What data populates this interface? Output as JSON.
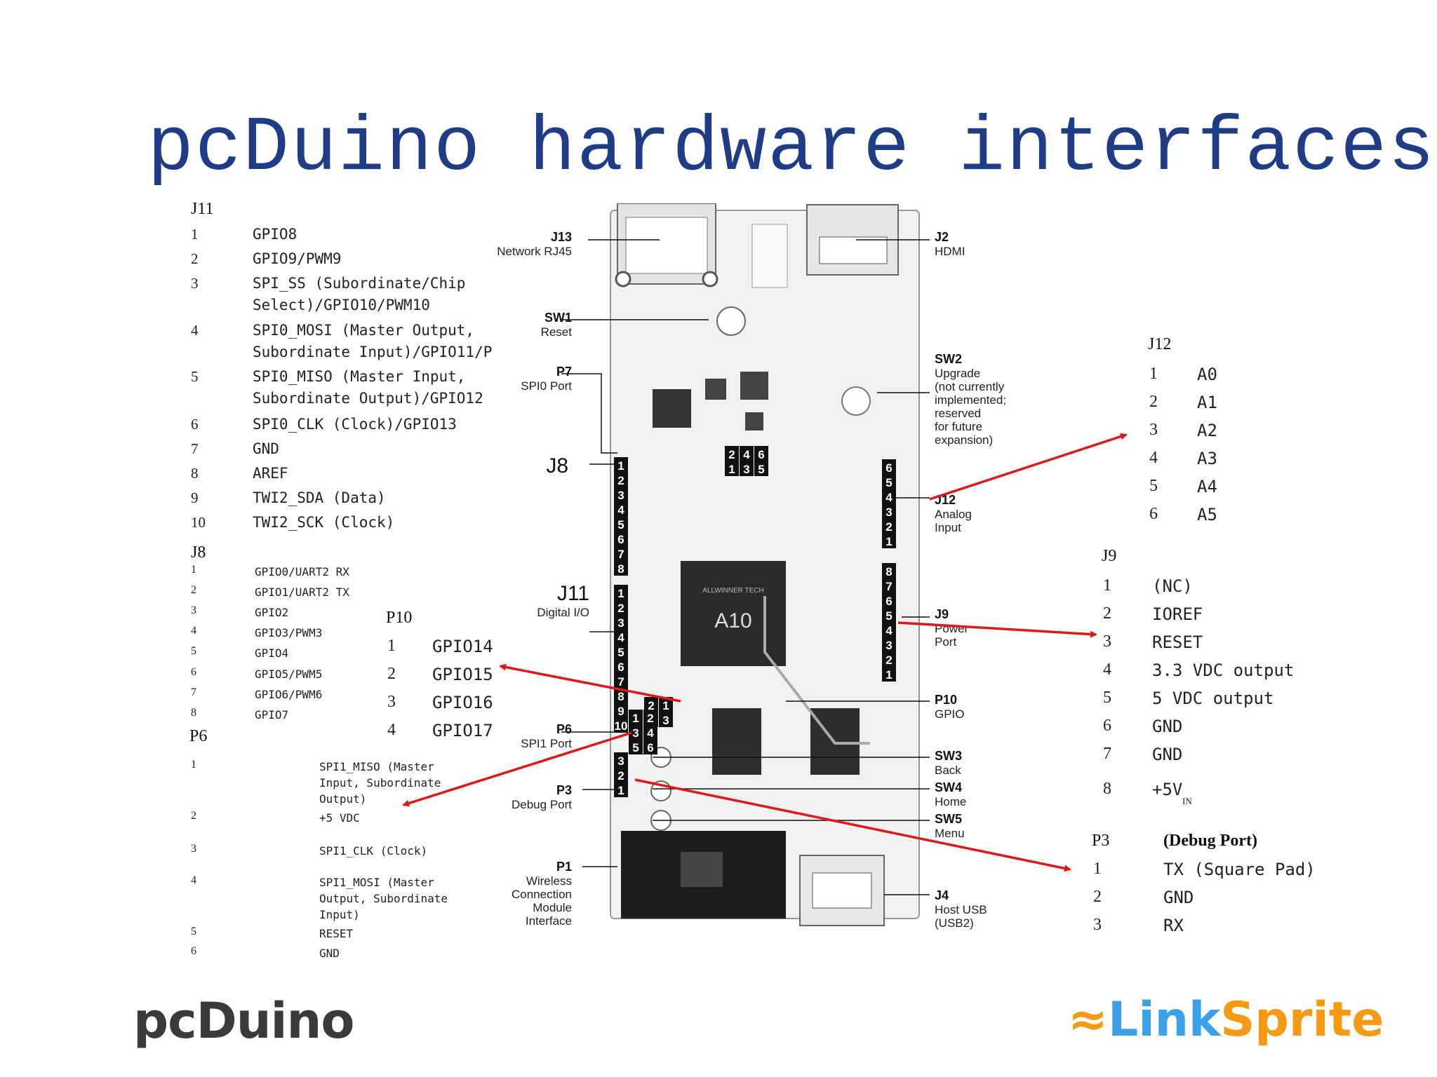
{
  "title": "pcDuino hardware interfaces",
  "j11": {
    "header": "J11",
    "rows": [
      {
        "n": "1",
        "lines": [
          "GPIO8"
        ]
      },
      {
        "n": "2",
        "lines": [
          "GPIO9/PWM9"
        ]
      },
      {
        "n": "3",
        "lines": [
          "SPI_SS (Subordinate/Chip",
          "Select)/GPIO10/PWM10"
        ]
      },
      {
        "n": "4",
        "lines": [
          "SPI0_MOSI (Master Output,",
          "Subordinate Input)/GPIO11/P"
        ]
      },
      {
        "n": "5",
        "lines": [
          "SPI0_MISO (Master Input,",
          "Subordinate Output)/GPIO12"
        ]
      },
      {
        "n": "6",
        "lines": [
          "SPI0_CLK (Clock)/GPIO13"
        ]
      },
      {
        "n": "7",
        "lines": [
          "GND"
        ]
      },
      {
        "n": "8",
        "lines": [
          "AREF"
        ]
      },
      {
        "n": "9",
        "lines": [
          "TWI2_SDA (Data)"
        ]
      },
      {
        "n": "10",
        "lines": [
          "TWI2_SCK (Clock)"
        ]
      }
    ]
  },
  "j8": {
    "header": "J8",
    "rows": [
      {
        "n": "1",
        "t": "GPIO0/UART2 RX"
      },
      {
        "n": "2",
        "t": "GPIO1/UART2 TX"
      },
      {
        "n": "3",
        "t": "GPIO2"
      },
      {
        "n": "4",
        "t": "GPIO3/PWM3"
      },
      {
        "n": "5",
        "t": "GPIO4"
      },
      {
        "n": "6",
        "t": "GPIO5/PWM5"
      },
      {
        "n": "7",
        "t": "GPIO6/PWM6"
      },
      {
        "n": "8",
        "t": "GPIO7"
      }
    ]
  },
  "p10": {
    "header": "P10",
    "rows": [
      {
        "n": "1",
        "t": "GPIO14"
      },
      {
        "n": "2",
        "t": "GPIO15"
      },
      {
        "n": "3",
        "t": "GPIO16"
      },
      {
        "n": "4",
        "t": "GPIO17"
      }
    ]
  },
  "p6": {
    "header": "P6",
    "rows": [
      {
        "n": "1",
        "lines": [
          "SPI1_MISO (Master",
          "Input, Subordinate",
          "Output)"
        ]
      },
      {
        "n": "2",
        "lines": [
          "+5 VDC"
        ]
      },
      {
        "n": "3",
        "lines": [
          "SPI1_CLK (Clock)"
        ]
      },
      {
        "n": "4",
        "lines": [
          "SPI1_MOSI (Master",
          "Output, Subordinate",
          "Input)"
        ]
      },
      {
        "n": "5",
        "lines": [
          "RESET"
        ]
      },
      {
        "n": "6",
        "lines": [
          "GND"
        ]
      }
    ]
  },
  "j12": {
    "header": "J12",
    "rows": [
      {
        "n": "1",
        "t": "A0"
      },
      {
        "n": "2",
        "t": "A1"
      },
      {
        "n": "3",
        "t": "A2"
      },
      {
        "n": "4",
        "t": "A3"
      },
      {
        "n": "5",
        "t": "A4"
      },
      {
        "n": "6",
        "t": "A5"
      }
    ]
  },
  "j9": {
    "header": "J9",
    "rows": [
      {
        "n": "1",
        "t": "(NC)"
      },
      {
        "n": "2",
        "t": "IOREF"
      },
      {
        "n": "3",
        "t": "RESET"
      },
      {
        "n": "4",
        "t": "3.3 VDC output"
      },
      {
        "n": "5",
        "t": "5 VDC output"
      },
      {
        "n": "6",
        "t": "GND"
      },
      {
        "n": "7",
        "t": "GND"
      },
      {
        "n": "8",
        "t": "+5V",
        "sub": "IN"
      }
    ]
  },
  "p3": {
    "header": "P3",
    "subtitle": "(Debug Port)",
    "rows": [
      {
        "n": "1",
        "t": "TX (Square Pad)"
      },
      {
        "n": "2",
        "t": "GND"
      },
      {
        "n": "3",
        "t": "RX"
      }
    ]
  },
  "board_labels": {
    "j13": {
      "id": "J13",
      "desc": "Network RJ45"
    },
    "sw1": {
      "id": "SW1",
      "desc": "Reset"
    },
    "p7": {
      "id": "P7",
      "desc": "SPI0 Port"
    },
    "j8": {
      "id": "J8"
    },
    "j11": {
      "id": "J11",
      "desc": "Digital I/O"
    },
    "p6": {
      "id": "P6",
      "desc": "SPI1 Port"
    },
    "p3": {
      "id": "P3",
      "desc": "Debug Port"
    },
    "p1": {
      "id": "P1",
      "desc": [
        "Wireless",
        "Connection",
        "Module",
        "Interface"
      ]
    },
    "j2": {
      "id": "J2",
      "desc": "HDMI"
    },
    "sw2": {
      "id": "SW2",
      "desc": [
        "Upgrade",
        "(not currently",
        "implemented;",
        "reserved",
        "for future",
        "expansion)"
      ]
    },
    "j12": {
      "id": "J12",
      "desc": [
        "Analog",
        "Input"
      ]
    },
    "j9": {
      "id": "J9",
      "desc": [
        "Power",
        "Port"
      ]
    },
    "p10": {
      "id": "P10",
      "desc": "GPIO"
    },
    "sw3": {
      "id": "SW3",
      "desc": "Back"
    },
    "sw4": {
      "id": "SW4",
      "desc": "Home"
    },
    "sw5": {
      "id": "SW5",
      "desc": "Menu"
    },
    "j4": {
      "id": "J4",
      "desc": [
        "Host USB",
        "(USB2)"
      ]
    }
  },
  "board_silk": {
    "chip": "A10",
    "chip_maker": "ALLWINNER TECH",
    "j8_pins": [
      "1",
      "2",
      "3",
      "4",
      "5",
      "6",
      "7",
      "8"
    ],
    "j11_pins": [
      "1",
      "2",
      "3",
      "4",
      "5",
      "6",
      "7",
      "8",
      "9",
      "10"
    ],
    "j12_pins": [
      "6",
      "5",
      "4",
      "3",
      "2",
      "1"
    ],
    "j9_pins": [
      "8",
      "7",
      "6",
      "5",
      "4",
      "3",
      "2",
      "1"
    ],
    "p7_pins": [
      "2",
      "4",
      "6",
      "1",
      "3",
      "5"
    ],
    "p10_pins": [
      "2",
      "1",
      "4",
      "3"
    ],
    "p6_pins": [
      "1",
      "2",
      "3",
      "4",
      "5",
      "6"
    ],
    "p3_pins": [
      "3",
      "2",
      "1"
    ]
  },
  "arrow_color": "#dd1a1a",
  "title_color": "#1f3c86",
  "logos": {
    "pcduino": "pcDuino",
    "linksprite_a": "Link",
    "linksprite_b": "Sprite"
  }
}
